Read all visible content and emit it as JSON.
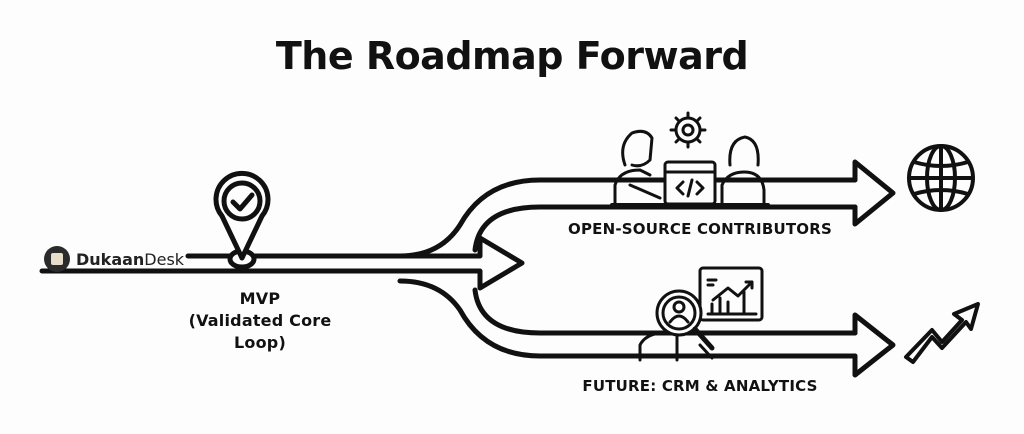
{
  "title": "The Roadmap Forward",
  "brand": {
    "name_bold": "Dukaan",
    "name_regular": "Desk",
    "icon": "notebook-logo-icon"
  },
  "milestone": {
    "title": "MVP",
    "subtitle": "(Validated Core Loop)",
    "icon": "location-pin-check-icon"
  },
  "branches": [
    {
      "label": "OPEN-SOURCE CONTRIBUTORS",
      "illustration": "people-collaborating-code-icon",
      "end_icon": "globe-icon"
    },
    {
      "label": "FUTURE: CRM & ANALYTICS",
      "illustration": "person-magnifier-analytics-icon",
      "end_icon": "trending-up-arrow-icon"
    }
  ],
  "colors": {
    "stroke": "#111111",
    "background": "#fdfdfd"
  }
}
